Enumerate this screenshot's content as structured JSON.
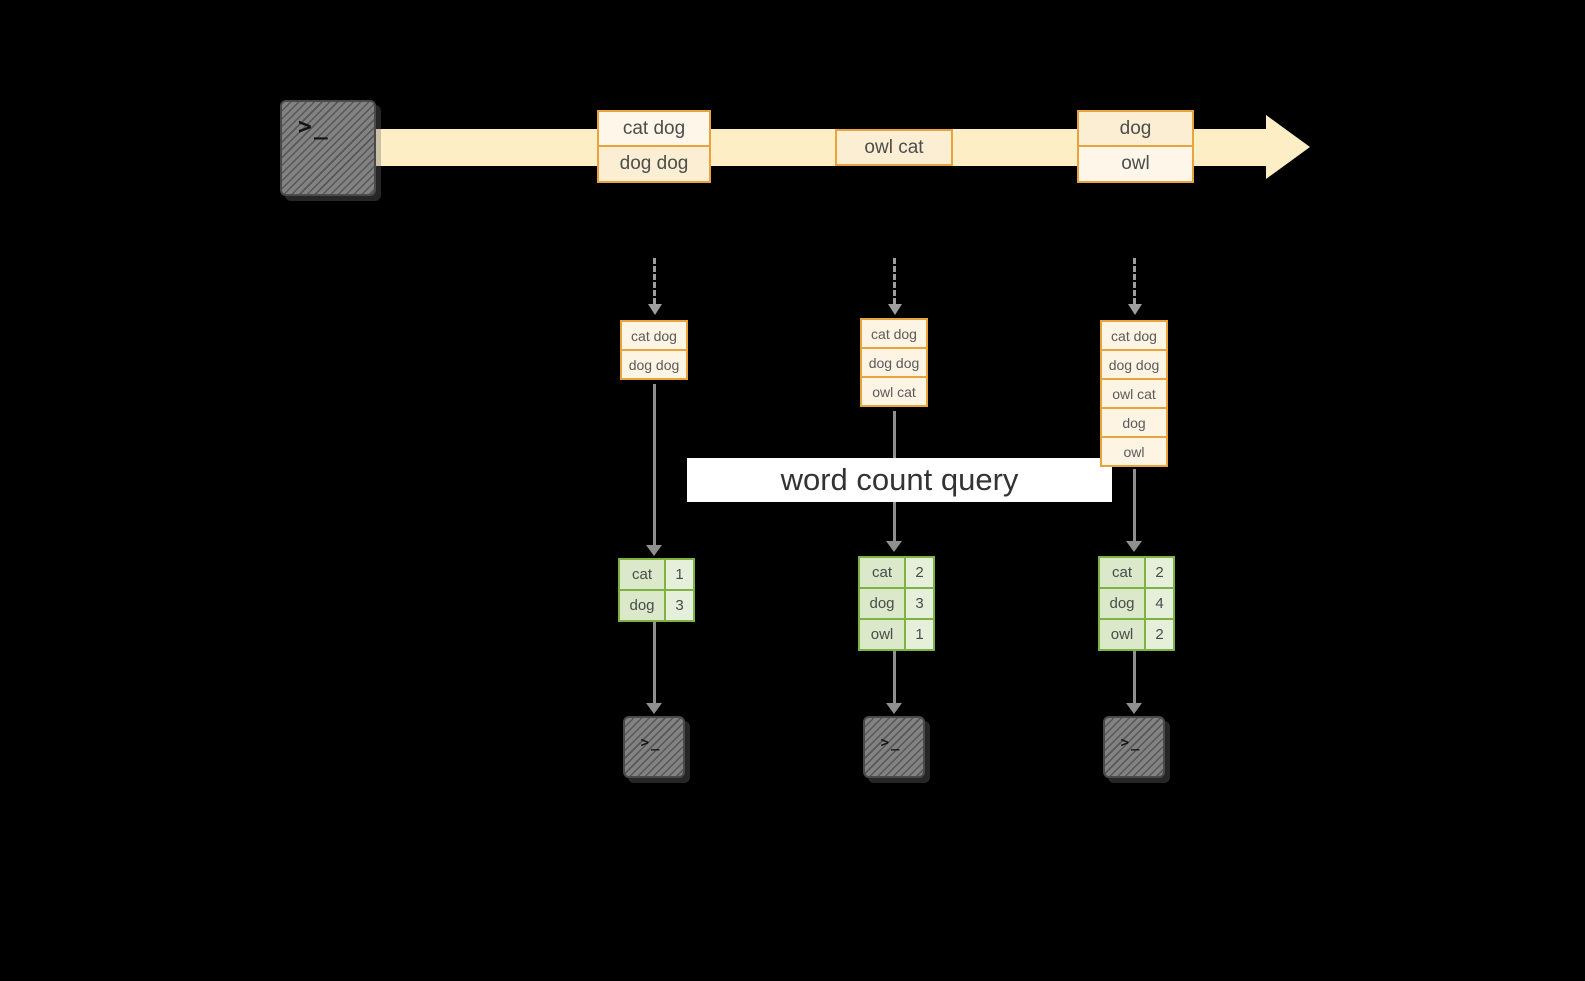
{
  "diagram": {
    "banner_label": "word count query",
    "terminal_glyph": ">_",
    "stream_groups": [
      {
        "items": [
          "cat dog",
          "dog dog"
        ]
      },
      {
        "items": [
          "owl cat"
        ]
      },
      {
        "items": [
          "dog",
          "owl"
        ]
      }
    ],
    "pipelines": [
      {
        "buffer": [
          "cat dog",
          "dog dog"
        ],
        "counts": [
          [
            "cat",
            "1"
          ],
          [
            "dog",
            "3"
          ]
        ]
      },
      {
        "buffer": [
          "cat dog",
          "dog dog",
          "owl cat"
        ],
        "counts": [
          [
            "cat",
            "2"
          ],
          [
            "dog",
            "3"
          ],
          [
            "owl",
            "1"
          ]
        ]
      },
      {
        "buffer": [
          "cat dog",
          "dog dog",
          "owl cat",
          "dog",
          "owl"
        ],
        "counts": [
          [
            "cat",
            "2"
          ],
          [
            "dog",
            "4"
          ],
          [
            "owl",
            "2"
          ]
        ]
      }
    ],
    "colors": {
      "background": "#000000",
      "stream_band": "#fdeec6",
      "record_border": "#e8a33c",
      "record_fill": "#fdf4e4",
      "table_border": "#7cb342",
      "table_fill": "#dbe8ca",
      "arrow_gray": "#8f8f8f",
      "banner_bg": "#ffffff",
      "terminal_gray": "#828282"
    }
  }
}
